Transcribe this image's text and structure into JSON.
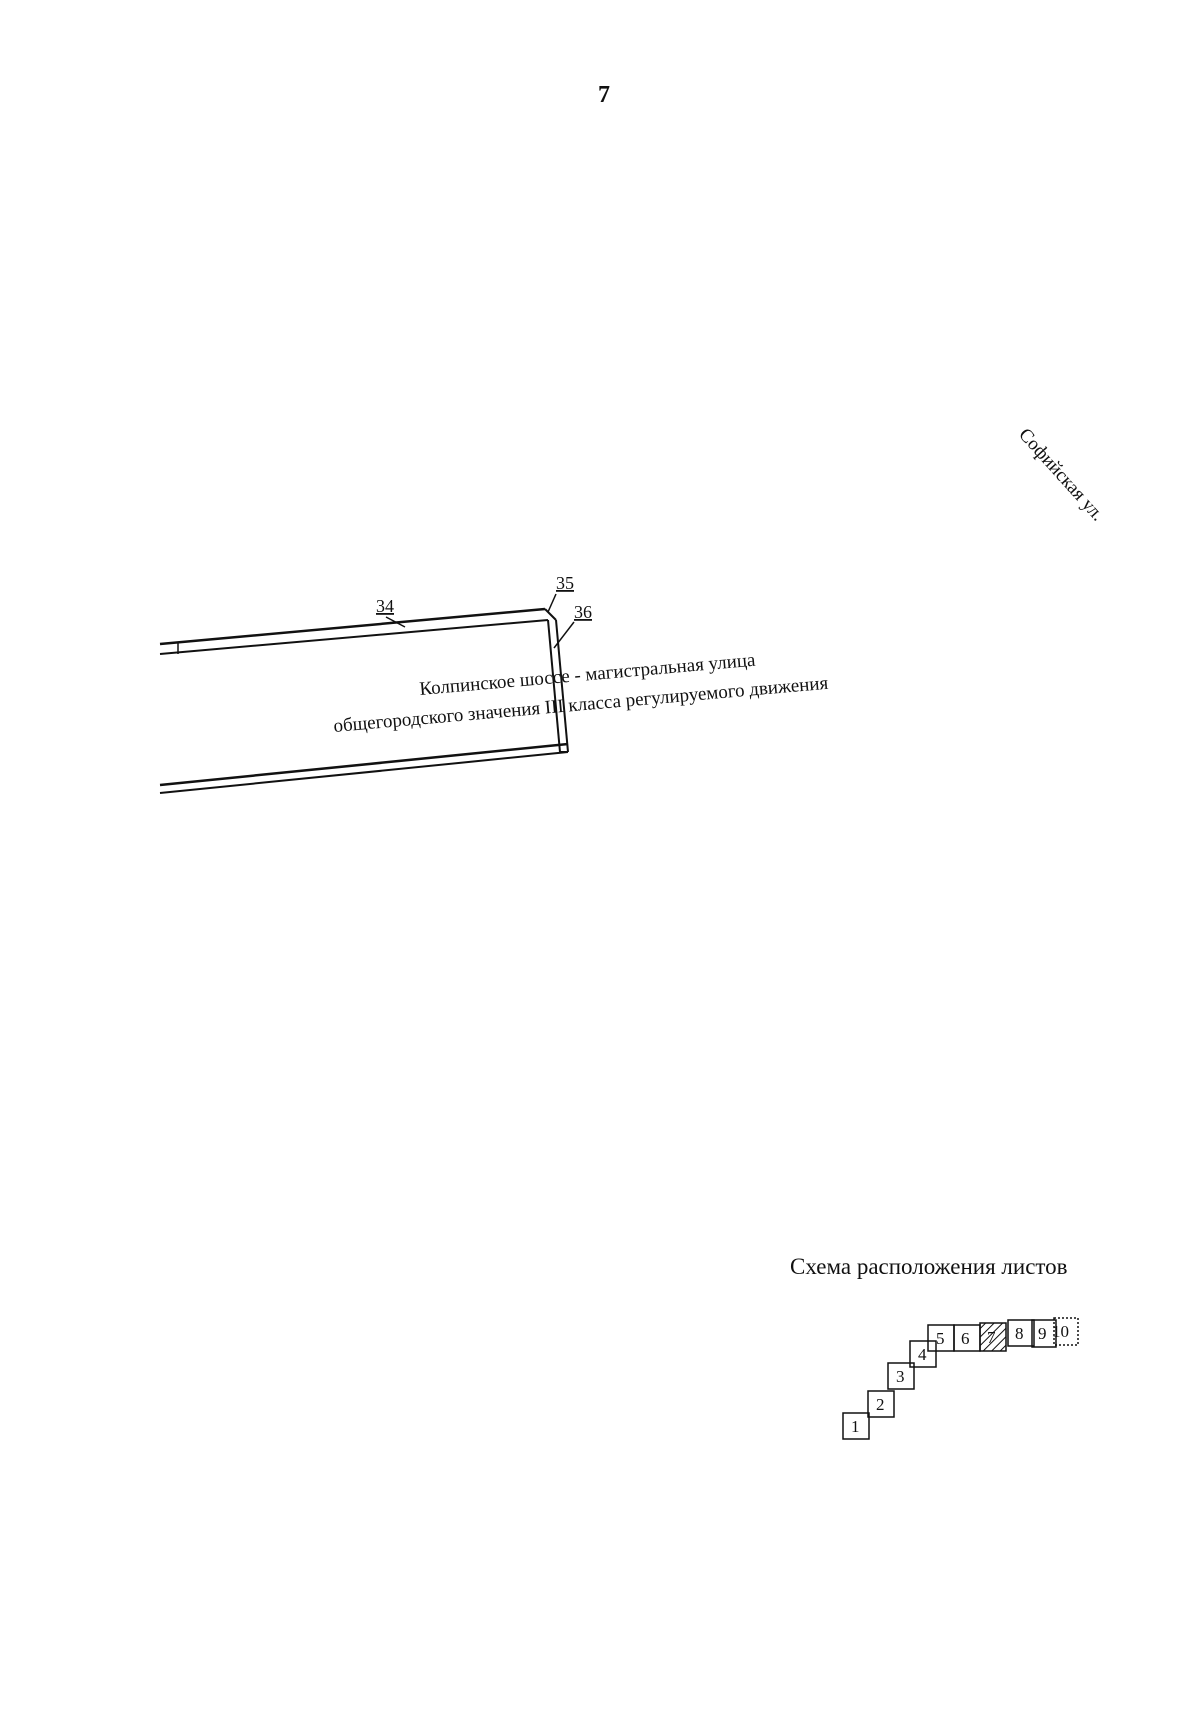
{
  "page_number": "7",
  "street_labels": {
    "sofiyskaya": "Софийская ул.",
    "kolpinskoe_line1": "Колпинское шоссе - магистральная улица",
    "kolpinskoe_line2": "общегородского значения III класса регулируемого движения"
  },
  "point_labels": [
    "34",
    "35",
    "36"
  ],
  "layout_scheme": {
    "title": "Схема расположения листов",
    "sheets": [
      "1",
      "2",
      "3",
      "4",
      "5",
      "6",
      "7",
      "8",
      "9",
      "10"
    ],
    "current_sheet": "7"
  }
}
